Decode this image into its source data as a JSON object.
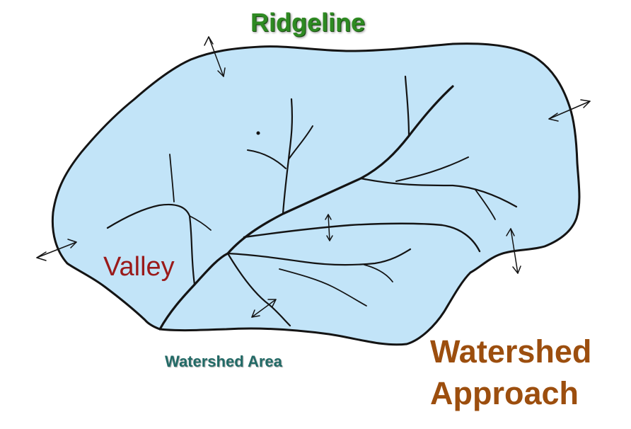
{
  "labels": {
    "ridgeline": "Ridgeline",
    "valley": "Valley",
    "watershed_area": "Watershed Area",
    "title_line_1": "Watershed",
    "title_line_2": "Approach"
  },
  "colors": {
    "basin_fill": "#c2e4f8",
    "outline": "#141414",
    "ridgeline_text": "#2e8a22",
    "valley_text": "#9a1a1a",
    "watershed_area_text": "#226a66",
    "title_text": "#9c4e0e"
  }
}
